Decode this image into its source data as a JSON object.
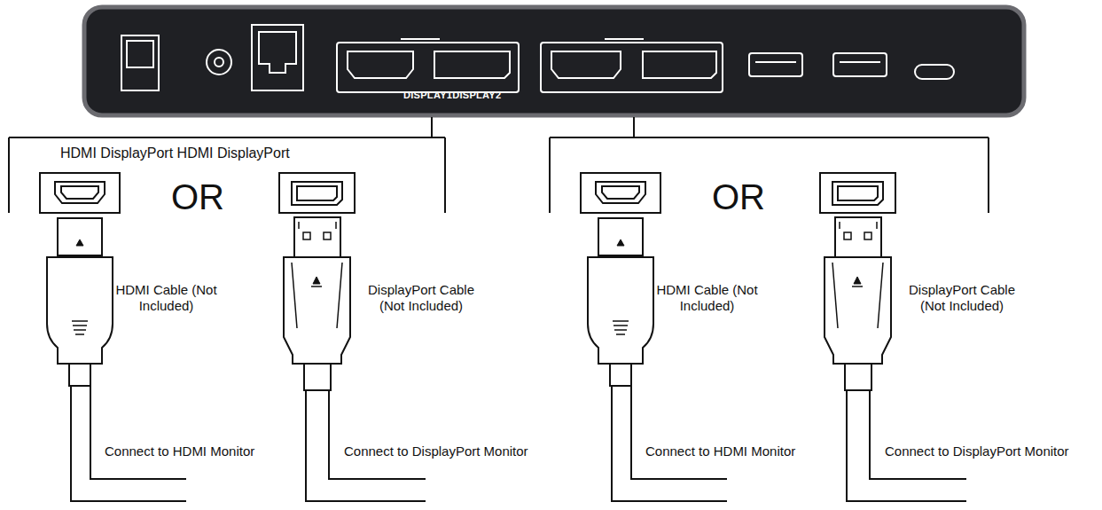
{
  "diagram": {
    "nodes": [
      {
        "text": [
          "DISPLAY1DISPLAY2"
        ]
      }
    ],
    "labels": [
      "HDMI DisplayPort HDMI DisplayPort",
      "OR",
      "HDMI Cable (Not Included)",
      "DisplayPort Cable (Not Included)",
      "Connect to HDMI Monitor",
      "Connect to DisplayPort Monitor",
      "OR",
      "HDMI Cable (Not Included)",
      "DisplayPort Cable (Not Included)",
      "Connect to HDMI Monitor",
      "Connect to DisplayPort Monitor"
    ]
  }
}
